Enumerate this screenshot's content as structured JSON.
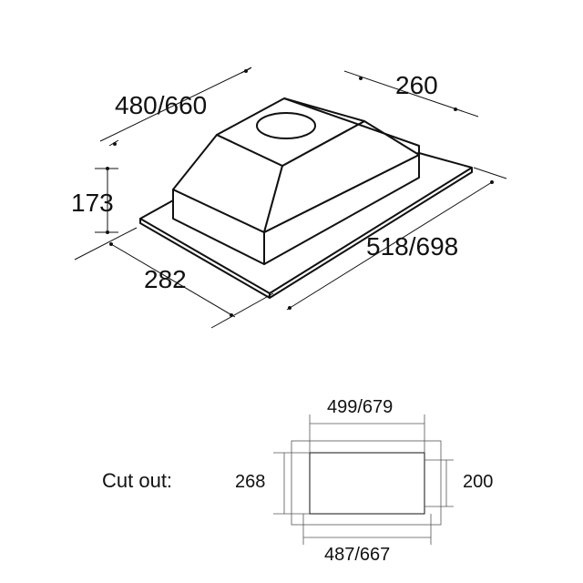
{
  "diagram": {
    "top_view": {
      "dim_width": "480/660",
      "dim_depth_top": "260",
      "dim_height": "173",
      "dim_depth_base": "282",
      "dim_length_base": "518/698"
    },
    "cutout": {
      "label": "Cut out:",
      "dim_top": "499/679",
      "dim_bottom": "487/667",
      "dim_left": "268",
      "dim_right": "200"
    }
  }
}
